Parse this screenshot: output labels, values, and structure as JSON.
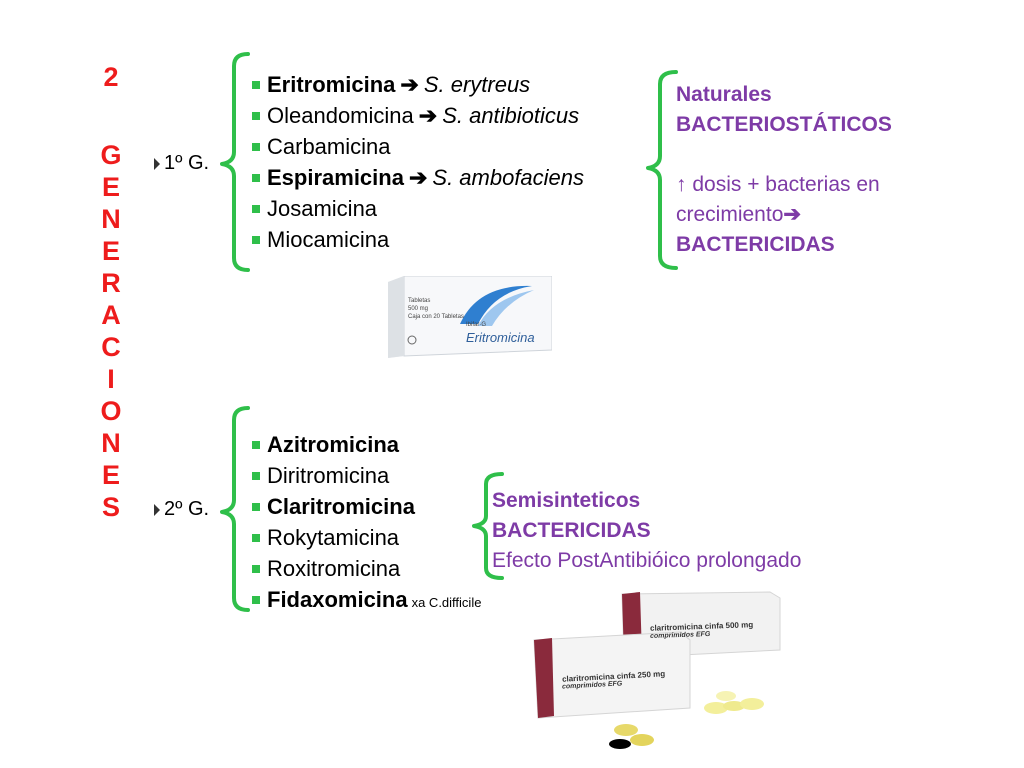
{
  "title": {
    "number": "2",
    "letters": [
      "G",
      "E",
      "N",
      "E",
      "R",
      "A",
      "C",
      "I",
      "O",
      "N",
      "E",
      "S"
    ]
  },
  "gen1": {
    "label": "1º G.",
    "items": [
      {
        "name": "Eritromicina",
        "bold": true,
        "source": "S. erytreus"
      },
      {
        "name": "Oleandomicina",
        "bold": false,
        "source": "S. antibioticus"
      },
      {
        "name": "Carbamicina",
        "bold": false,
        "source": ""
      },
      {
        "name": "Espiramicina",
        "bold": true,
        "source": "S. ambofaciens"
      },
      {
        "name": "Josamicina",
        "bold": false,
        "source": ""
      },
      {
        "name": "Miocamicina",
        "bold": false,
        "source": ""
      }
    ],
    "notes": {
      "line1": "Naturales",
      "line2": "BACTERIOSTÁTICOS",
      "line3": "↑ dosis + bacterias en",
      "line4": "crecimiento",
      "line5": "BACTERICIDAS"
    },
    "box_text": {
      "side1": "Tabletas",
      "side2": "500 mg",
      "side3": "Caja con 20 Tabletas",
      "brand_small": "Ibifar·G",
      "brand": "Eritromicina"
    }
  },
  "gen2": {
    "label": "2º G.",
    "items": [
      {
        "name": "Azitromicina",
        "bold": true,
        "note": ""
      },
      {
        "name": "Diritromicina",
        "bold": false,
        "note": ""
      },
      {
        "name": "Claritromicina",
        "bold": true,
        "note": ""
      },
      {
        "name": "Rokytamicina",
        "bold": false,
        "note": ""
      },
      {
        "name": "Roxitromicina",
        "bold": false,
        "note": ""
      },
      {
        "name": "Fidaxomicina",
        "bold": true,
        "note": "xa C.difficile"
      }
    ],
    "notes": {
      "line1": "Semisinteticos",
      "line2": "BACTERICIDAS",
      "line3": "Efecto PostAntibióico prolongado"
    },
    "box_back": {
      "line1": "claritromicina cinfa 500 mg",
      "line2": "comprimidos EFG"
    },
    "box_front": {
      "line1": "claritromicina cinfa 250 mg",
      "line2": "comprimidos EFG"
    }
  },
  "colors": {
    "title": "#ee1c1c",
    "bracket": "#2fbf4a",
    "bullet": "#2fbf4a",
    "notes": "#7e3ba6",
    "box_maroon": "#8a2a3c"
  },
  "icons": {
    "bullet": "green-square-bullet-icon",
    "arrow": "right-arrow-icon",
    "gen_marker": "triangle-right-icon"
  }
}
